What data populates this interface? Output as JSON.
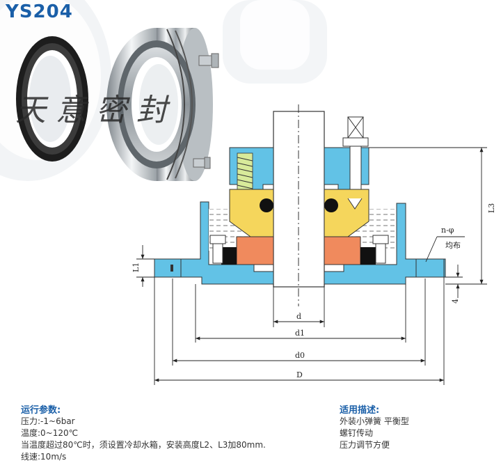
{
  "title": "YS204",
  "watermark": "天意密封",
  "dims": {
    "L1": "L1",
    "L3": "L3",
    "d": "d",
    "d1": "d1",
    "d0": "d0",
    "D": "D",
    "four": "4",
    "n_phi": "n-φ",
    "evenly": "均布"
  },
  "params": {
    "title": "运行参数:",
    "lines": [
      "压力:-1~6bar",
      "温度:0~120℃",
      "当温度超过80℃时，须设置冷却水箱，安装高度L2、L3加80mm.",
      "线速:10m/s"
    ]
  },
  "apps": {
    "title": "适用描述:",
    "lines": [
      "外装小弹簧  平衡型",
      "螺钉传动",
      "压力调节方便"
    ]
  },
  "colors": {
    "brand_blue": "#1a5fa8",
    "housing_blue": "#62c2e6",
    "seat_yellow": "#f5d65c",
    "face_orange": "#f08a5d",
    "spring_green": "#d8ea9a"
  }
}
